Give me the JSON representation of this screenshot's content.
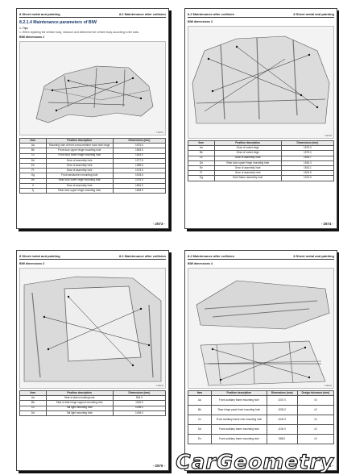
{
  "pages": [
    {
      "header_left": "8 Sheet metal and painting",
      "header_right": "8.2 Maintenance after collision",
      "section_title": "8.2.1.4 Maintenance parameters of BIW",
      "note_heading": "1. Tips",
      "note_text": "1. When repairing the vehicle body, measure and determine the vehicle body according to the data.",
      "diagram_title": "BIW dimensions 1",
      "figure_tag": "T1E001",
      "columns": [
        "Item",
        "Position description",
        "Dimensions (mm)"
      ],
      "rows": [
        [
          "Aa",
          "Mounting hole of front cross-member hook hole hinge",
          "1574.0"
        ],
        [
          "Bb",
          "Front door upper hinge mounting hole",
          "1563.0"
        ],
        [
          "Cc",
          "Front door lower hinge mounting hole",
          "1543.0"
        ],
        [
          "Dd",
          "Gear of assembly hole",
          "1377.5"
        ],
        [
          "Ee",
          "Gear of assembly hole",
          "1355.6"
        ],
        [
          "Ff",
          "Gear of assembly hole",
          "1373.0"
        ],
        [
          "Gg",
          "Front windscreen mounting hole",
          "1003.6"
        ],
        [
          "Hh",
          "Rear door lower hinge mounting hole",
          "1575.0"
        ],
        [
          "Ii",
          "Gear of assembly hole",
          "1561.0"
        ],
        [
          "Jj",
          "Rear door upper hinge mounting hole",
          "1583.0"
        ]
      ],
      "page_number": "- 2573 -"
    },
    {
      "header_left": "8.2 Maintenance after collision",
      "header_right": "8 Sheet metal and painting",
      "diagram_title": "BIW dimensions 2",
      "figure_tag": "T1E002",
      "columns": [
        "Item",
        "Position description",
        "Dimensions (mm)"
      ],
      "rows": [
        [
          "Aa",
          "Gear of rocket edge",
          "1575.0"
        ],
        [
          "Bb",
          "Gear of rocket edge",
          "1575.0"
        ],
        [
          "Cc",
          "Gear of assembly hole",
          "1535.7"
        ],
        [
          "Dd",
          "Rear door upper hinge mounting hole",
          "1545.3"
        ],
        [
          "Ee",
          "Gear of assembly hole",
          "1543.1"
        ],
        [
          "Ff",
          "Gear of assembly hole",
          "1503.5"
        ],
        [
          "Gg",
          "Roof frame assembly hole",
          "1013.0"
        ]
      ],
      "page_number": "- 2574 -"
    },
    {
      "header_left": "8 Sheet metal and painting",
      "header_right": "8.2 Maintenance after collision",
      "diagram_title": "BIW dimensions 3",
      "figure_tag": "T1E003",
      "columns": [
        "Item",
        "Position description",
        "Dimensions (mm)"
      ],
      "rows": [
        [
          "Aa",
          "Seat of side mounting hole",
          "564.0"
        ],
        [
          "Bb",
          "Seat of side hinge support mounting hole",
          "1156.6"
        ],
        [
          "Cc",
          "Tail light mounting hole",
          "1006.0"
        ],
        [
          "Dd",
          "Tail light mounting hole",
          "1006.0"
        ]
      ],
      "page_number": "- 2575 -"
    },
    {
      "header_left": "8.2 Maintenance after collision",
      "header_right": "8 Sheet metal and painting",
      "diagram_title": "BIW dimensions 4",
      "figure_tag": "T1E004",
      "columns": [
        "Item",
        "Position description",
        "Dimensions (mm)",
        "Design tolerance (mm)"
      ],
      "rows": [
        [
          "Aa",
          "Front auxiliary frame mounting hole",
          "1037.0",
          "±2"
        ],
        [
          "Bb",
          "Rear hinge panel front mounting hole",
          "1030.0",
          "±2"
        ],
        [
          "Cc",
          "Front auxiliary frame rear mounting hole",
          "1040.0",
          "±2"
        ],
        [
          "Dd",
          "Front auxiliary frame mounting hole",
          "1100.0",
          "±2"
        ],
        [
          "Ee",
          "Front auxiliary frame mounting hole",
          "588.0",
          "±2"
        ]
      ],
      "page_number": "- 2576 -"
    }
  ],
  "watermark": "CarGeometry",
  "colors": {
    "section_title": "#1b3a6b",
    "page_border": "#444444"
  }
}
